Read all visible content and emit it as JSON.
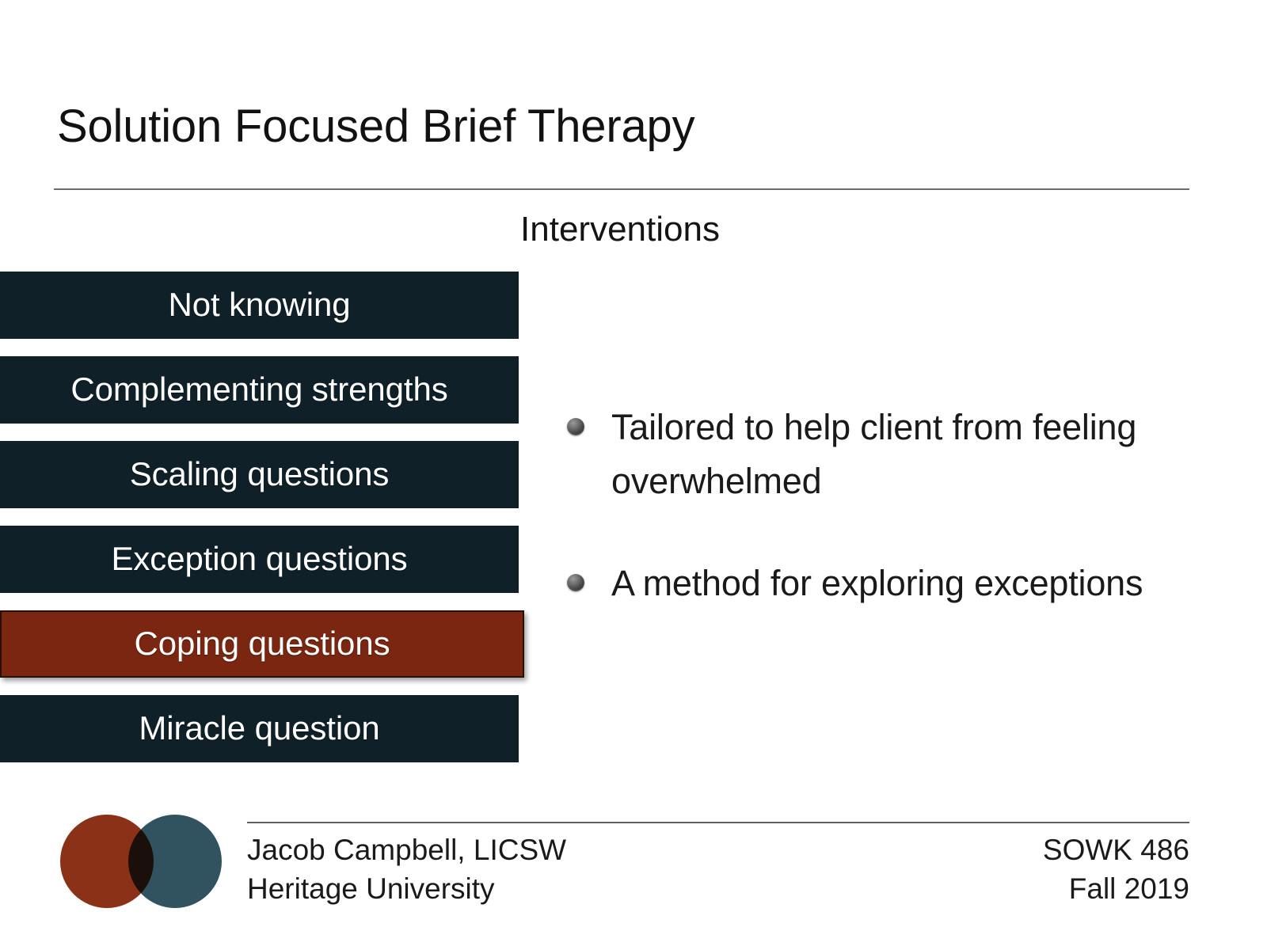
{
  "slide": {
    "title": "Solution Focused Brief Therapy",
    "subtitle": "Interventions"
  },
  "colors": {
    "bar_default": "#0f2029",
    "bar_highlight": "#7a2610",
    "logo_left": "#8a3118",
    "logo_right": "#30535f",
    "logo_overlap": "#1c2e2c",
    "rule": "#6b6b6b",
    "text": "#1a1a1a"
  },
  "interventions": [
    {
      "label": "Not knowing",
      "highlighted": false
    },
    {
      "label": "Complementing strengths",
      "highlighted": false
    },
    {
      "label": "Scaling questions",
      "highlighted": false
    },
    {
      "label": "Exception questions",
      "highlighted": false
    },
    {
      "label": "Coping questions",
      "highlighted": true
    },
    {
      "label": "Miracle question",
      "highlighted": false
    }
  ],
  "bullets": [
    "Tailored to help client from feeling overwhelmed",
    "A method for exploring exceptions"
  ],
  "footer": {
    "presenter": "Jacob Campbell, LICSW\nHeritage University",
    "course": "SOWK 486\nFall 2019"
  }
}
